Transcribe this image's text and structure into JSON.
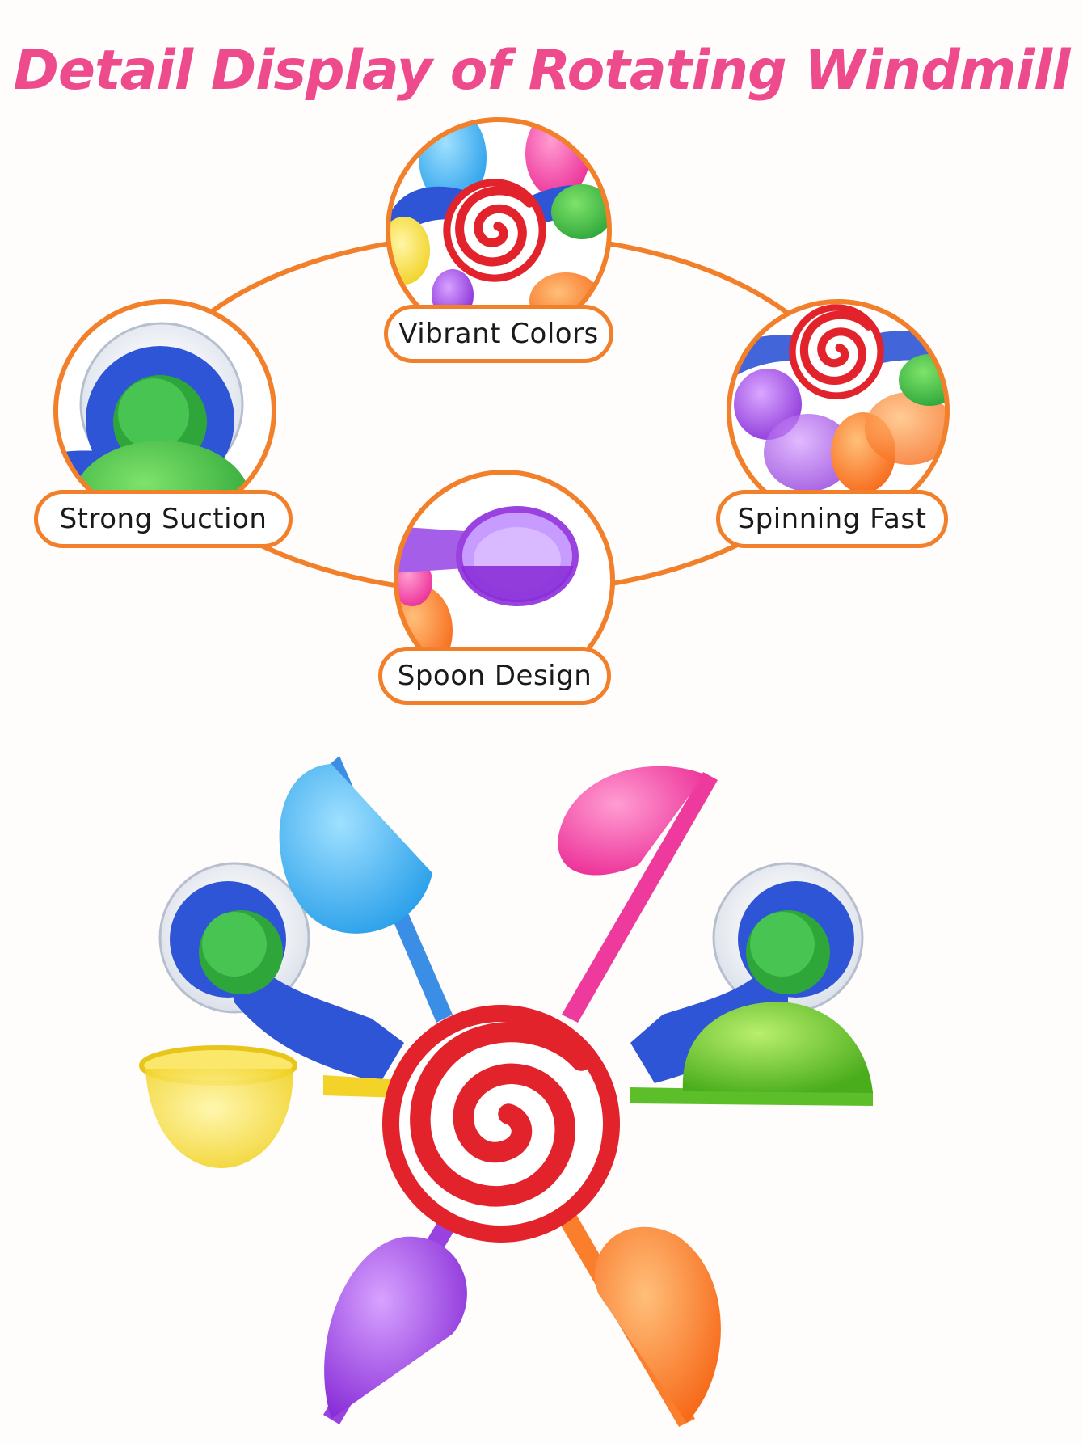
{
  "title": "Detail Display of Rotating Windmill",
  "features": {
    "vibrant_colors": "Vibrant Colors",
    "strong_suction": "Strong Suction",
    "spinning_fast": "Spinning Fast",
    "spoon_design": "Spoon Design"
  },
  "colors": {
    "title": "#ee4b8d",
    "outline": "#f27f2a",
    "cup_blue": "#3fb3f2",
    "cup_pink": "#f34aa6",
    "cup_green": "#5cbf2a",
    "cup_orange": "#fb7e2c",
    "cup_purple": "#9a42e0",
    "cup_yellow": "#f7e03a",
    "arm_blue": "#2e55d6",
    "hub_red": "#e2232c"
  }
}
